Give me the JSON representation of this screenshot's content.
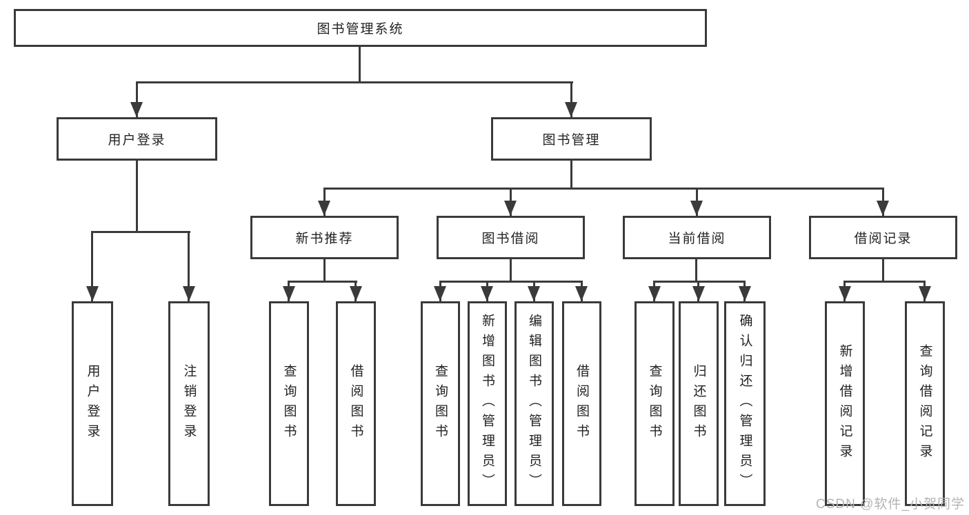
{
  "tree": {
    "root": "图书管理系统",
    "children": [
      {
        "label": "用户登录",
        "children": [
          "用户登录",
          "注销登录"
        ]
      },
      {
        "label": "图书管理",
        "children": [
          {
            "label": "新书推荐",
            "children": [
              "查询图书",
              "借阅图书"
            ]
          },
          {
            "label": "图书借阅",
            "children": [
              "查询图书",
              "新增图书（管理员）",
              "编辑图书（管理员）",
              "借阅图书"
            ]
          },
          {
            "label": "当前借阅",
            "children": [
              "查询图书",
              "归还图书",
              "确认归还（管理员）"
            ]
          },
          {
            "label": "借阅记录",
            "children": [
              "新增借阅记录",
              "查询借阅记录"
            ]
          }
        ]
      }
    ]
  },
  "watermark": {
    "text": "CSDN @软件_小贺同学"
  },
  "colors": {
    "line": "#3a3a3a",
    "text": "#222222",
    "watermark": "#b4b4b4",
    "background": "#ffffff"
  }
}
